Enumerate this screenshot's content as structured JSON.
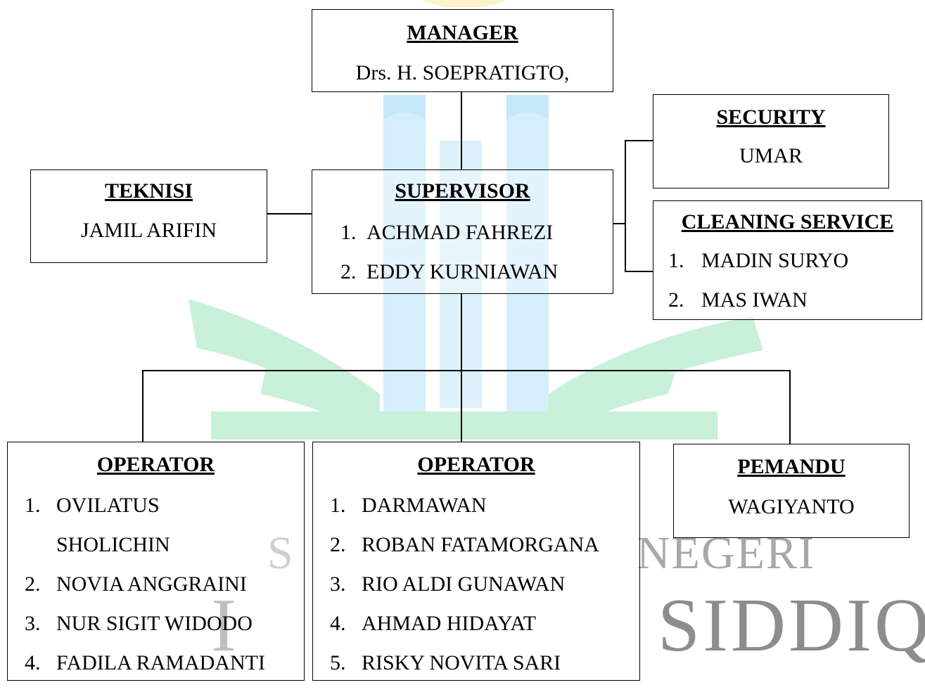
{
  "watermark": {
    "line1_left": "S",
    "line1_right": "NEGERI",
    "line2_left": "I",
    "line2_right": "SIDDIQ",
    "colors": {
      "green": "#c8f0d8",
      "blue": "#d4eefb",
      "yellow": "#fbf2c8"
    }
  },
  "manager": {
    "title": "MANAGER",
    "name": "Drs. H. SOEPRATIGTO,"
  },
  "security": {
    "title": "SECURITY",
    "name": "UMAR"
  },
  "teknisi": {
    "title": "TEKNISI",
    "name": "JAMIL ARIFIN"
  },
  "supervisor": {
    "title": "SUPERVISOR",
    "items": [
      {
        "num": "1.",
        "name": "ACHMAD FAHREZI"
      },
      {
        "num": "2.",
        "name": "EDDY KURNIAWAN"
      }
    ]
  },
  "cleaning": {
    "title": "CLEANING SERVICE",
    "items": [
      {
        "num": "1.",
        "name": "MADIN SURYO"
      },
      {
        "num": "2.",
        "name": "MAS IWAN"
      }
    ]
  },
  "operator_1": {
    "title": "OPERATOR",
    "items": [
      {
        "num": "1.",
        "name": "OVILATUS"
      },
      {
        "num": "",
        "name": "SHOLICHIN"
      },
      {
        "num": "2.",
        "name": "NOVIA ANGGRAINI"
      },
      {
        "num": "3.",
        "name": "NUR SIGIT WIDODO"
      },
      {
        "num": "4.",
        "name": "FADILA RAMADANTI"
      }
    ]
  },
  "operator_2": {
    "title": "OPERATOR",
    "items": [
      {
        "num": "1.",
        "name": "DARMAWAN"
      },
      {
        "num": "2.",
        "name": "ROBAN FATAMORGANA"
      },
      {
        "num": "3.",
        "name": "RIO ALDI GUNAWAN"
      },
      {
        "num": "4.",
        "name": "AHMAD HIDAYAT"
      },
      {
        "num": "5.",
        "name": "RISKY NOVITA SARI"
      }
    ]
  },
  "pemandu": {
    "title": "PEMANDU",
    "name": "WAGIYANTO"
  }
}
